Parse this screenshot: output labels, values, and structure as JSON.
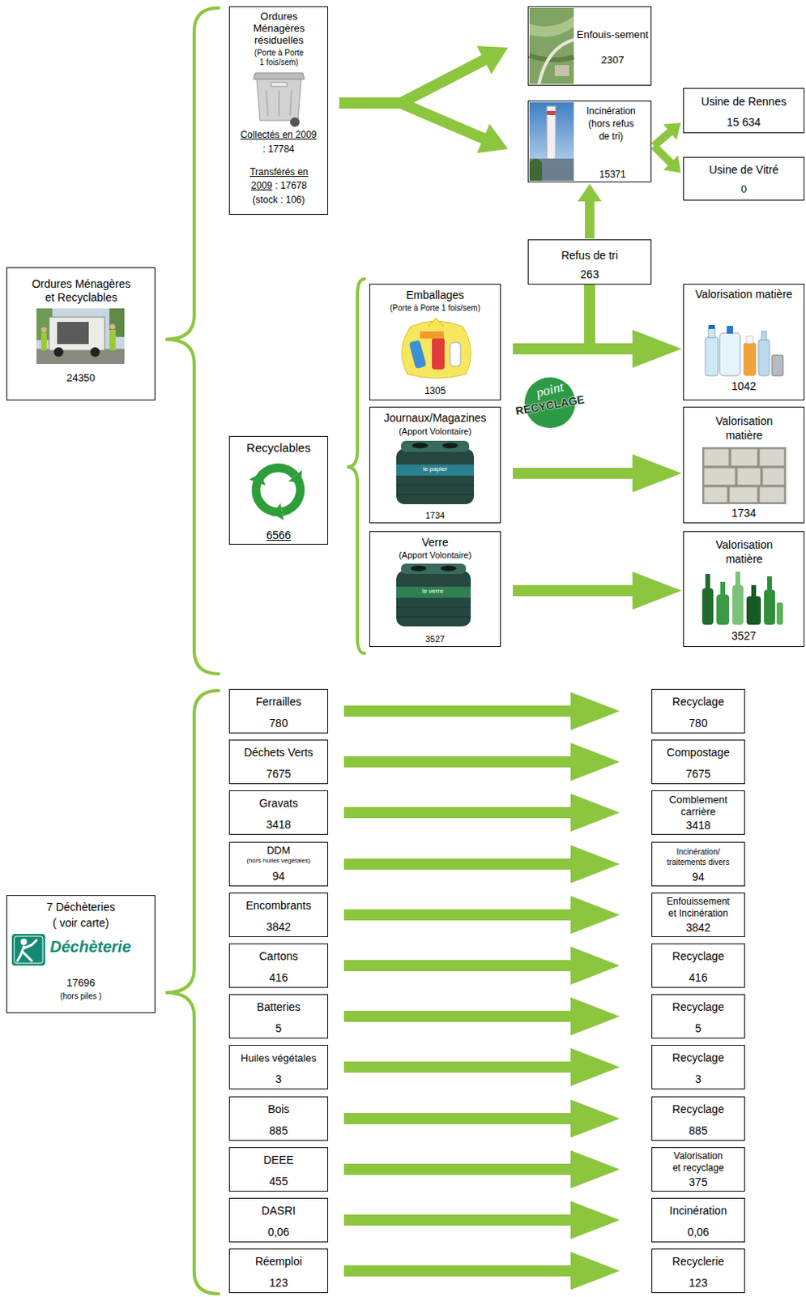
{
  "diagram": {
    "nodes": [
      {
        "text": [
          "Ordures Ménagères et Recyclables",
          "24350"
        ]
      },
      {
        "text": [
          "Ordures Ménagères résiduelles",
          "(Porte à Porte 1 fois/sem)",
          "Collectés en 2009",
          ": 17784",
          "Transférés en 2009",
          ": 17678",
          "(stock : 106)"
        ]
      },
      {
        "text": [
          "Enfouis-sement",
          "2307"
        ]
      },
      {
        "text": [
          "Incinération (hors refus de tri)",
          "15371"
        ]
      },
      {
        "text": [
          "Usine de Rennes",
          "15 634"
        ]
      },
      {
        "text": [
          "Usine de Vitré",
          "0"
        ]
      },
      {
        "text": [
          "Refus de tri",
          "263"
        ]
      },
      {
        "text": [
          "Recyclables",
          "6566"
        ]
      },
      {
        "text": [
          "Emballages",
          "(Porte à Porte 1 fois/sem)",
          "1305"
        ]
      },
      {
        "text": [
          "Valorisation matière",
          "1042"
        ]
      },
      {
        "text": [
          "Journaux/Magazines",
          "(Apport Volontaire)",
          "1734"
        ]
      },
      {
        "text": [
          "Valorisation matière",
          "1734"
        ]
      },
      {
        "text": [
          "Verre",
          "(Apport Volontaire)",
          "3527"
        ]
      },
      {
        "text": [
          "Valorisation matière",
          "3527"
        ]
      },
      {
        "text": [
          "7 Déchèteries",
          "( voir carte)",
          "Déchèterie",
          "17696",
          "(hors piles )"
        ]
      },
      {
        "text": [
          "Ferrailles",
          "780"
        ]
      },
      {
        "text": [
          "Recyclage",
          "780"
        ]
      },
      {
        "text": [
          "Déchets Verts",
          "7675"
        ]
      },
      {
        "text": [
          "Compostage",
          "7675"
        ]
      },
      {
        "text": [
          "Gravats",
          "3418"
        ]
      },
      {
        "text": [
          "Comblement carrière",
          "3418"
        ]
      },
      {
        "text": [
          "DDM",
          "(hors huiles végétales)",
          "94"
        ]
      },
      {
        "text": [
          "Incinération/ traitements divers",
          "94"
        ]
      },
      {
        "text": [
          "Encombrants",
          "3842"
        ]
      },
      {
        "text": [
          "Enfouissement et Incinération",
          "3842"
        ]
      },
      {
        "text": [
          "Cartons",
          "416"
        ]
      },
      {
        "text": [
          "Recyclage",
          "416"
        ]
      },
      {
        "text": [
          "Batteries",
          "5"
        ]
      },
      {
        "text": [
          "Recyclage",
          "5"
        ]
      },
      {
        "text": [
          "Huiles végétales",
          "3"
        ]
      },
      {
        "text": [
          "Recyclage",
          "3"
        ]
      },
      {
        "text": [
          "Bois",
          "885"
        ]
      },
      {
        "text": [
          "Recyclage",
          "885"
        ]
      },
      {
        "text": [
          "DEEE",
          "455"
        ]
      },
      {
        "text": [
          "Valorisation et recyclage",
          "375"
        ]
      },
      {
        "text": [
          "DASRI",
          "0,06"
        ]
      },
      {
        "text": [
          "Incinération",
          "0,06"
        ]
      },
      {
        "text": [
          "Réemploi",
          "123"
        ]
      },
      {
        "text": [
          "Recyclerie",
          "123"
        ]
      }
    ],
    "edges": [
      {
        "from": 1,
        "to": 2,
        "arrow": "to"
      },
      {
        "from": 1,
        "to": 3,
        "arrow": "to"
      },
      {
        "from": 3,
        "to": 4,
        "arrow": "to"
      },
      {
        "from": 3,
        "to": 5,
        "arrow": "to"
      },
      {
        "from": 6,
        "to": 3,
        "arrow": "to"
      },
      {
        "from": 8,
        "to": 9,
        "arrow": "to"
      },
      {
        "from": 8,
        "to": 6,
        "arrow": "none"
      },
      {
        "from": 10,
        "to": 11,
        "arrow": "to"
      },
      {
        "from": 12,
        "to": 13,
        "arrow": "to"
      },
      {
        "from": 15,
        "to": 16,
        "arrow": "to"
      },
      {
        "from": 17,
        "to": 18,
        "arrow": "to"
      },
      {
        "from": 19,
        "to": 20,
        "arrow": "to"
      },
      {
        "from": 21,
        "to": 22,
        "arrow": "to"
      },
      {
        "from": 23,
        "to": 24,
        "arrow": "to"
      },
      {
        "from": 25,
        "to": 26,
        "arrow": "to"
      },
      {
        "from": 27,
        "to": 28,
        "arrow": "to"
      },
      {
        "from": 29,
        "to": 30,
        "arrow": "to"
      },
      {
        "from": 31,
        "to": 32,
        "arrow": "to"
      },
      {
        "from": 33,
        "to": 34,
        "arrow": "to"
      },
      {
        "from": 35,
        "to": 36,
        "arrow": "to"
      },
      {
        "from": 37,
        "to": 38,
        "arrow": "to"
      }
    ],
    "labels": [
      "point",
      "RECYCLAGE",
      "le papier",
      "le verre"
    ]
  }
}
